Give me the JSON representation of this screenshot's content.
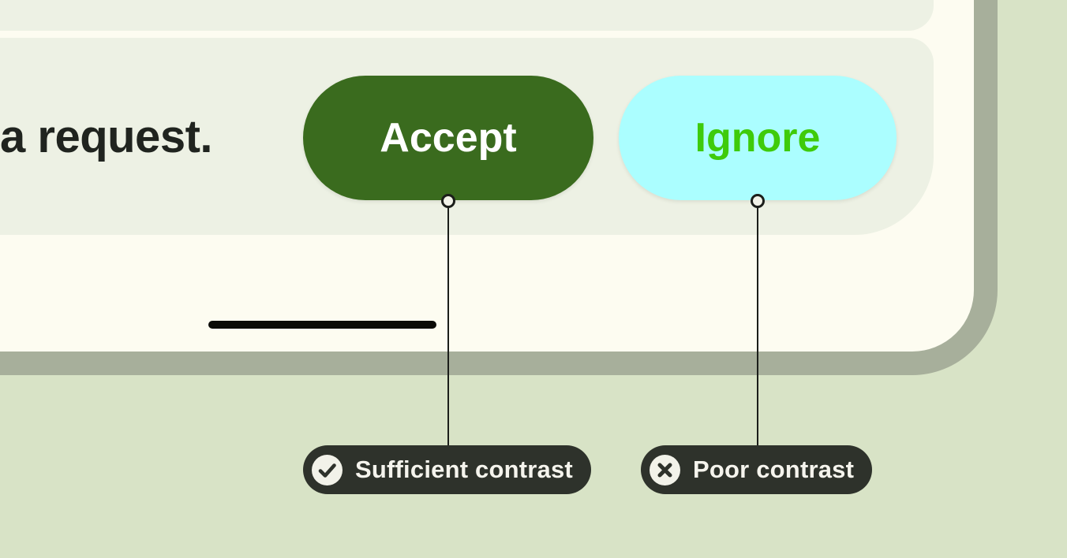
{
  "page": {
    "background_color": "#d8e3c6",
    "description": "Contrast guidance illustration: notification card with Accept and Ignore buttons, annotated for color contrast"
  },
  "device": {
    "body_color": "#fdfcf1",
    "frame_color": "#a7af9b"
  },
  "message_card": {
    "bg": "#edf1e4",
    "text": "a request.",
    "text_color": "#20241f"
  },
  "buttons": [
    {
      "label": "Accept",
      "bg": "#3a6b1e",
      "text_color": "#ffffff"
    },
    {
      "label": "Ignore",
      "bg": "#abfeff",
      "text_color": "#3ecb0a"
    }
  ],
  "home_indicator": {
    "color": "#0b0b08"
  },
  "annotations": [
    {
      "label": "Sufficient contrast",
      "icon": "check-circle-icon"
    },
    {
      "label": "Poor contrast",
      "icon": "x-circle-icon"
    }
  ],
  "annotation_style": {
    "bg": "#2e322b",
    "text_color": "#f5f4ed",
    "icon_circle_color": "#f2f2e9",
    "icon_glyph_color": "#2e322b",
    "leader_line_color": "#1b1e1a"
  }
}
